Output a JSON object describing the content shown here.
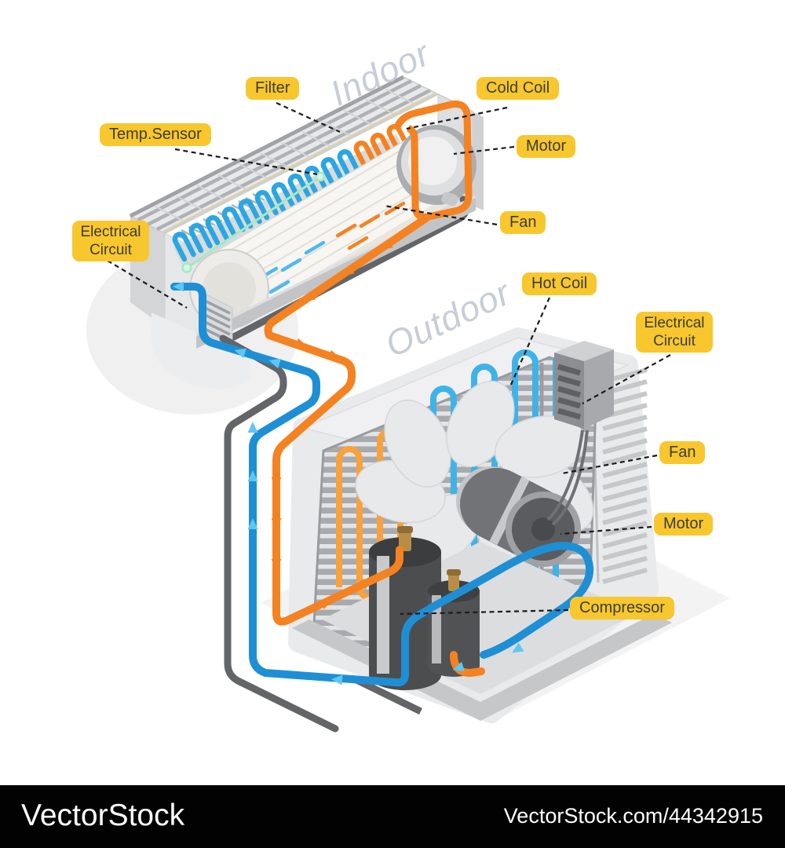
{
  "diagram": {
    "watermark_indoor": "Indoor",
    "watermark_outdoor": "Outdoor",
    "labels": {
      "filter": "Filter",
      "cold_coil": "Cold Coil",
      "temp_sensor": "Temp.Sensor",
      "motor_indoor": "Motor",
      "electrical_circuit_indoor": "Electrical Circuit",
      "fan_indoor": "Fan",
      "hot_coil": "Hot Coil",
      "electrical_circuit_outdoor": "Electrical Circuit",
      "fan_outdoor": "Fan",
      "motor_outdoor": "Motor",
      "compressor": "Compressor"
    },
    "colors": {
      "label_bg": "#F8C72D",
      "label_text": "#3C3C3C",
      "pipe_orange": "#F58220",
      "coil_orange": "#F9A13C",
      "pipe_blue": "#1E8FD5",
      "coil_blue": "#3FB3E8",
      "arrow_lightblue": "#5FC6F2",
      "pipe_gray": "#636569",
      "sensor_mint": "#A6E8C5",
      "watermark": "#C7CDD7",
      "footer_bg": "#000000",
      "footer_text": "#FFFFFF"
    }
  },
  "footer": {
    "brand": "VectorStock",
    "url": "VectorStock.com/44342915"
  }
}
